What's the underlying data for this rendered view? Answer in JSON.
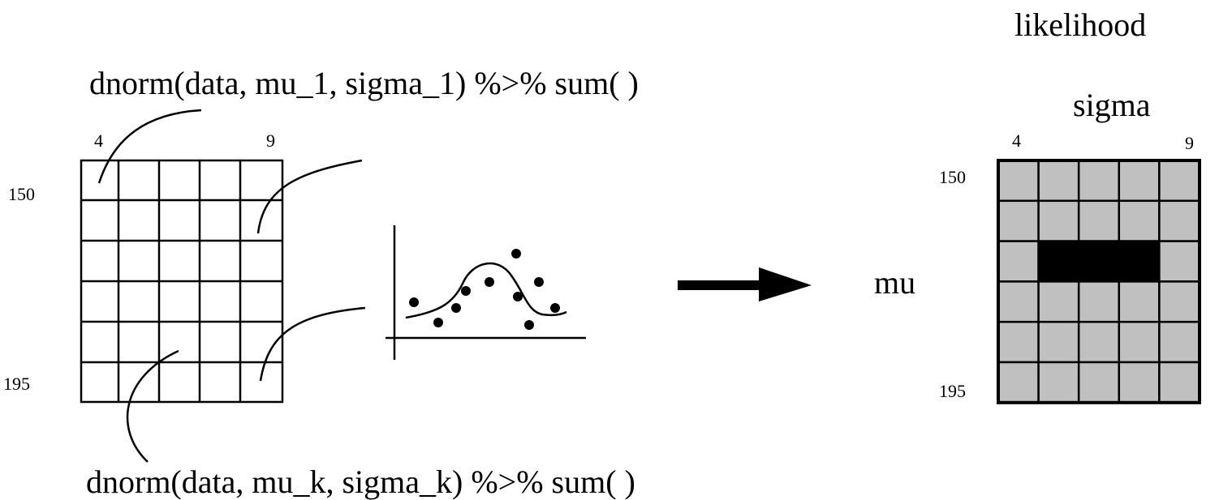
{
  "left_grid": {
    "top_label": "dnorm(data, mu_1, sigma_1) %>% sum( )",
    "bottom_label": "dnorm(data, mu_k, sigma_k) %>% sum( )",
    "sigma_start": "4",
    "sigma_end": "9",
    "mu_start": "150",
    "mu_end": "195"
  },
  "right_grid": {
    "title": "likelihood",
    "axis_top": "sigma",
    "axis_left": "mu",
    "sigma_start": "4",
    "sigma_end": "9",
    "mu_start": "150",
    "mu_end": "195",
    "rows": 6,
    "cols": 5,
    "highlighted_cells": [
      [
        2,
        1
      ],
      [
        2,
        2
      ],
      [
        2,
        3
      ]
    ]
  },
  "colors": {
    "cell_fill": "#c0c0c0",
    "highlight_fill": "#000000",
    "line": "#000000"
  }
}
